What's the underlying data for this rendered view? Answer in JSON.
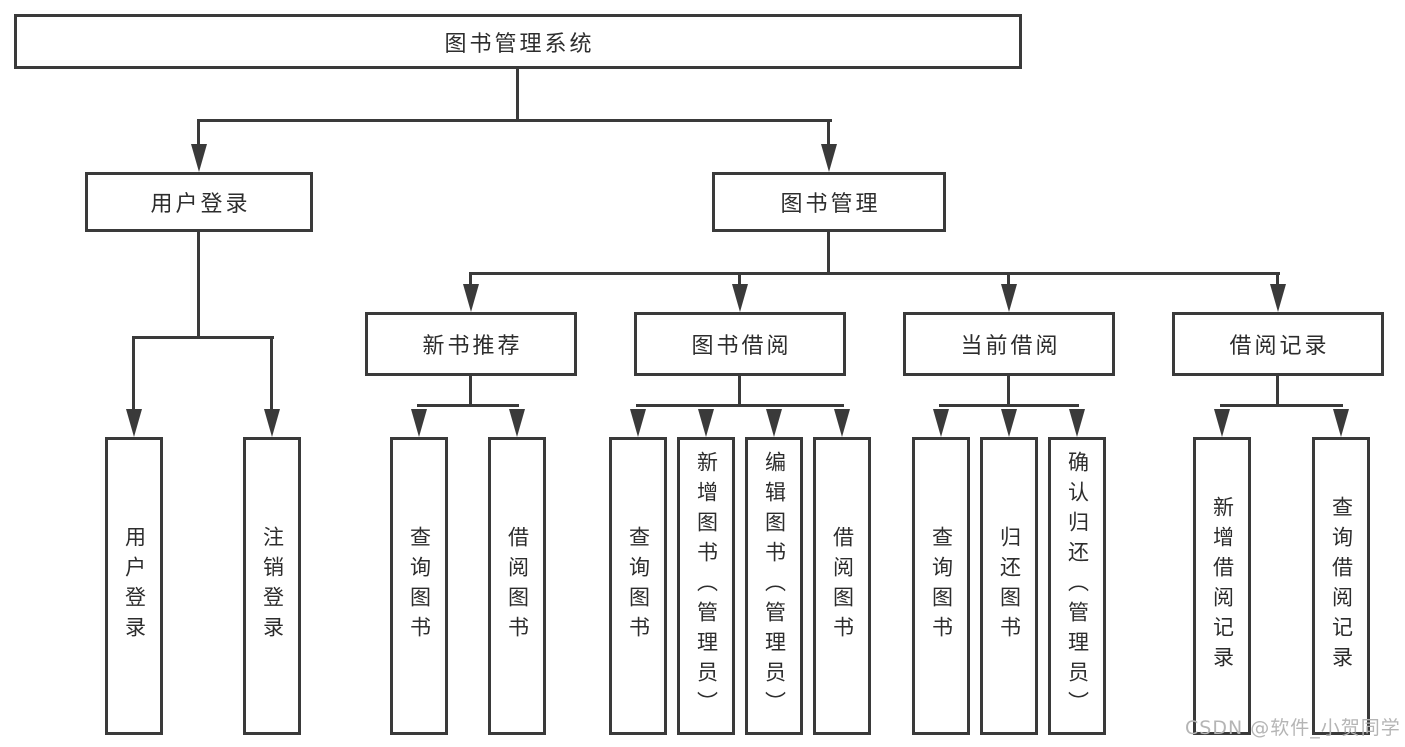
{
  "diagram_title": "图书管理系统",
  "tree": {
    "root": {
      "label": "图书管理系统",
      "children": [
        {
          "label": "用户登录",
          "children": [
            {
              "label": "用户登录"
            },
            {
              "label": "注销登录"
            }
          ]
        },
        {
          "label": "图书管理",
          "children": [
            {
              "label": "新书推荐",
              "children": [
                {
                  "label": "查询图书"
                },
                {
                  "label": "借阅图书"
                }
              ]
            },
            {
              "label": "图书借阅",
              "children": [
                {
                  "label": "查询图书"
                },
                {
                  "label": "新增图书（管理员）"
                },
                {
                  "label": "编辑图书（管理员）"
                },
                {
                  "label": "借阅图书"
                }
              ]
            },
            {
              "label": "当前借阅",
              "children": [
                {
                  "label": "查询图书"
                },
                {
                  "label": "归还图书"
                },
                {
                  "label": "确认归还（管理员）"
                }
              ]
            },
            {
              "label": "借阅记录",
              "children": [
                {
                  "label": "新增借阅记录"
                },
                {
                  "label": "查询借阅记录"
                }
              ]
            }
          ]
        }
      ]
    }
  },
  "watermark": {
    "text": "CSDN @软件_小贺同学",
    "color": "#b5b5b5"
  },
  "colors": {
    "line": "#3a3a3a",
    "box_border": "#3a3a3a",
    "box_fill": "#ffffff",
    "text": "#2d2d2d",
    "background": "#ffffff"
  }
}
